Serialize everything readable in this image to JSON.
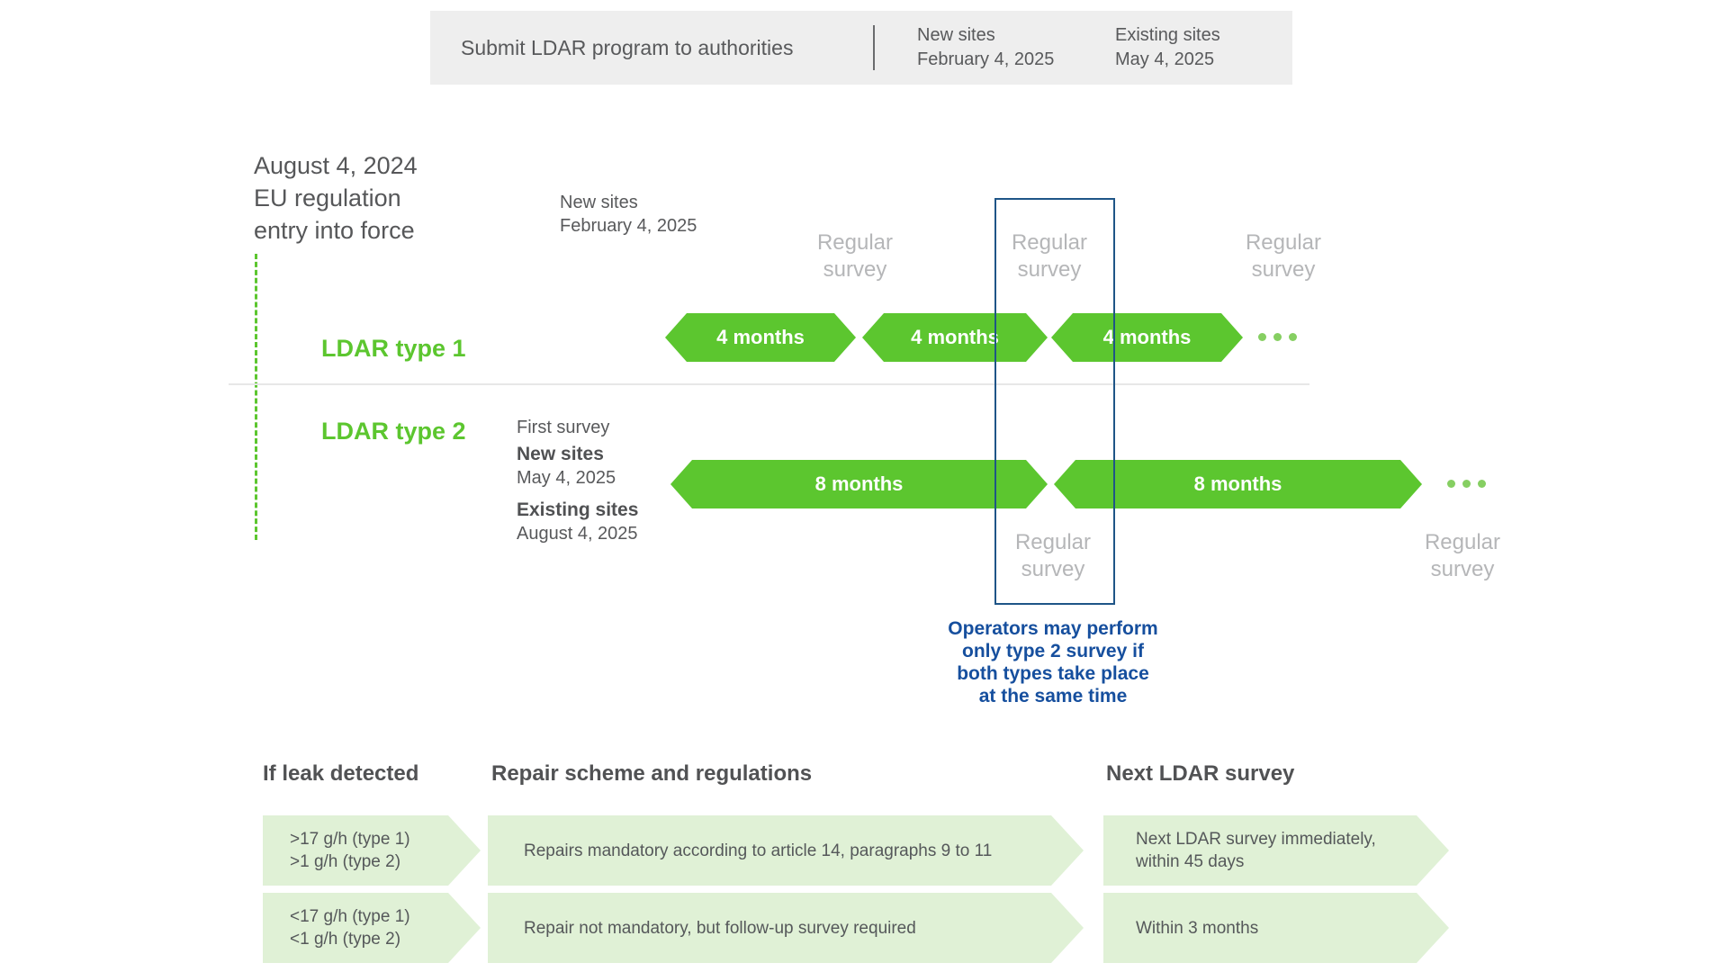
{
  "banner": {
    "title": "Submit LDAR program to authorities",
    "items": [
      {
        "label": "New sites",
        "date": "February 4, 2025"
      },
      {
        "label": "Existing sites",
        "date": "May 4, 2025"
      }
    ]
  },
  "intro": {
    "line1": "August 4, 2024",
    "line2": "EU regulation",
    "line3": "entry into force"
  },
  "timeline": {
    "type1": {
      "label": "LDAR type 1",
      "start_note": {
        "label": "New sites",
        "date": "February 4, 2025"
      },
      "surveys": [
        "Regular survey",
        "Regular survey",
        "Regular survey"
      ],
      "segments": [
        "4 months",
        "4 months",
        "4 months"
      ]
    },
    "type2": {
      "label": "LDAR type 2",
      "first_survey": {
        "title": "First survey",
        "entries": [
          {
            "label": "New sites",
            "date": "May 4, 2025"
          },
          {
            "label": "Existing sites",
            "date": "August 4, 2025"
          }
        ]
      },
      "segments": [
        "8 months",
        "8 months"
      ],
      "surveys": [
        "Regular survey",
        "Regular survey"
      ]
    },
    "callout": {
      "line1": "Operators may perform",
      "line2": "only type 2 survey if",
      "line3": "both types take place",
      "line4": "at the same time"
    }
  },
  "legend": {
    "columns": [
      "If leak detected",
      "Repair scheme and regulations",
      "Next LDAR survey"
    ],
    "rows": [
      {
        "leak": [
          ">17 g/h (type 1)",
          ">1 g/h (type 2)"
        ],
        "repair": "Repairs mandatory according to article 14, paragraphs 9 to 11",
        "next": [
          "Next LDAR survey immediately,",
          "within 45 days"
        ]
      },
      {
        "leak": [
          "<17 g/h (type 1)",
          "<1 g/h (type 2)"
        ],
        "repair": "Repair not mandatory, but follow-up survey required",
        "next": [
          "Within 3 months"
        ]
      }
    ]
  },
  "colors": {
    "green": "#5cc62f",
    "pale_green": "#e0f1d6",
    "dots_green": "#86cf62",
    "banner_gray": "#eeeeee",
    "text_gray": "#58595b",
    "light_gray": "#b5b6b8",
    "blue_border": "#1f5587",
    "blue_text": "#164f9e"
  }
}
